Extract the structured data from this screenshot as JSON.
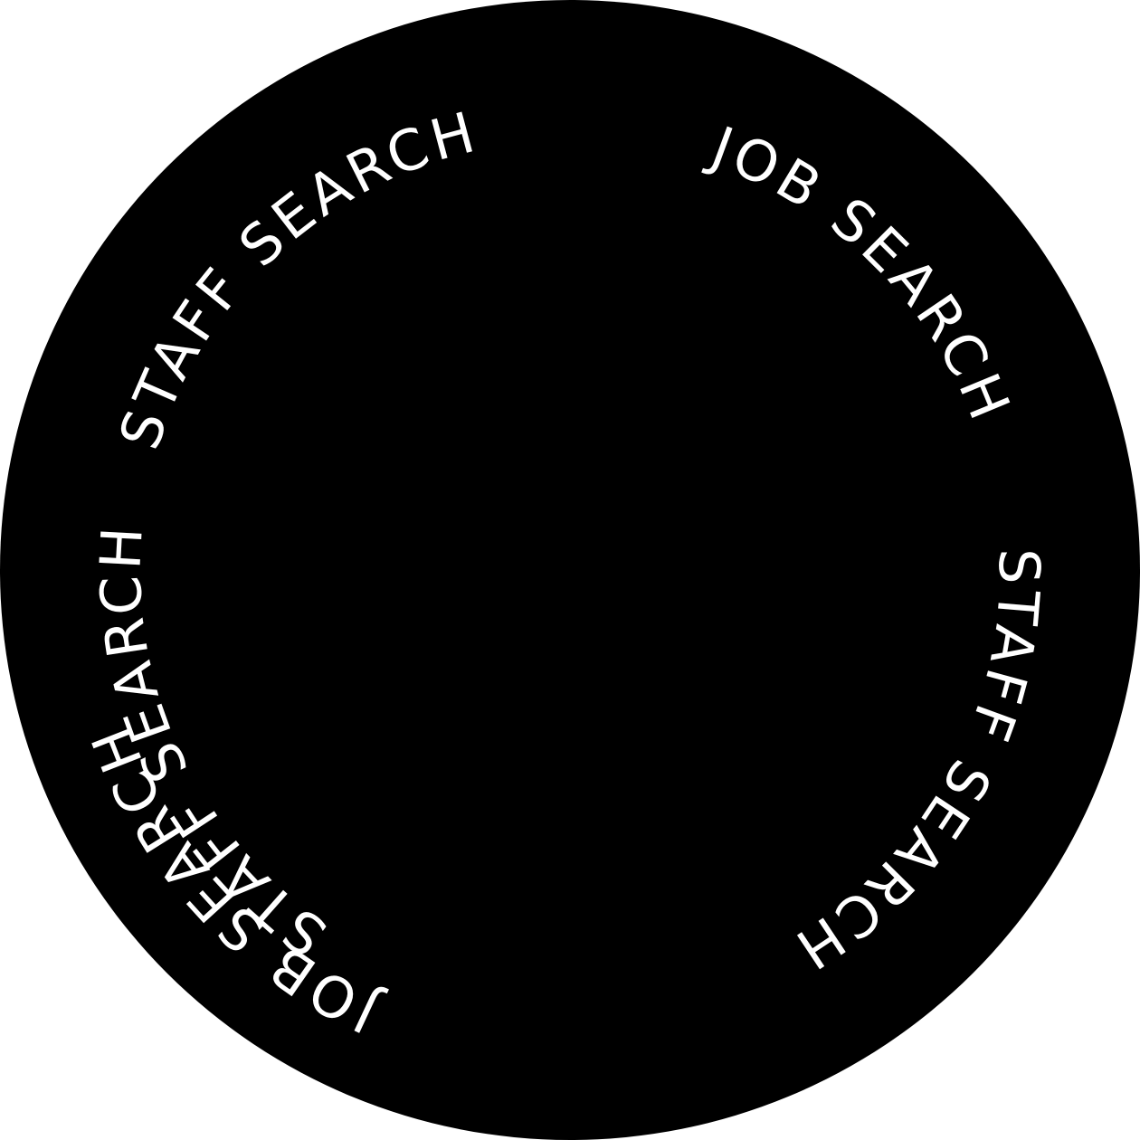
{
  "badge": {
    "background_color": "#000000",
    "text_color": "#ffffff",
    "labels": [
      {
        "id": "job-search-top",
        "text": "JOB SEARCH"
      },
      {
        "id": "staff-search-top-right",
        "text": "STAFF SEARCH"
      },
      {
        "id": "staff-search-right",
        "text": "STAFF SEARCH"
      },
      {
        "id": "job-search-bottom",
        "text": "JOB SEARCH"
      },
      {
        "id": "staff-search-left",
        "text": "STAFF SEARCH"
      }
    ]
  }
}
